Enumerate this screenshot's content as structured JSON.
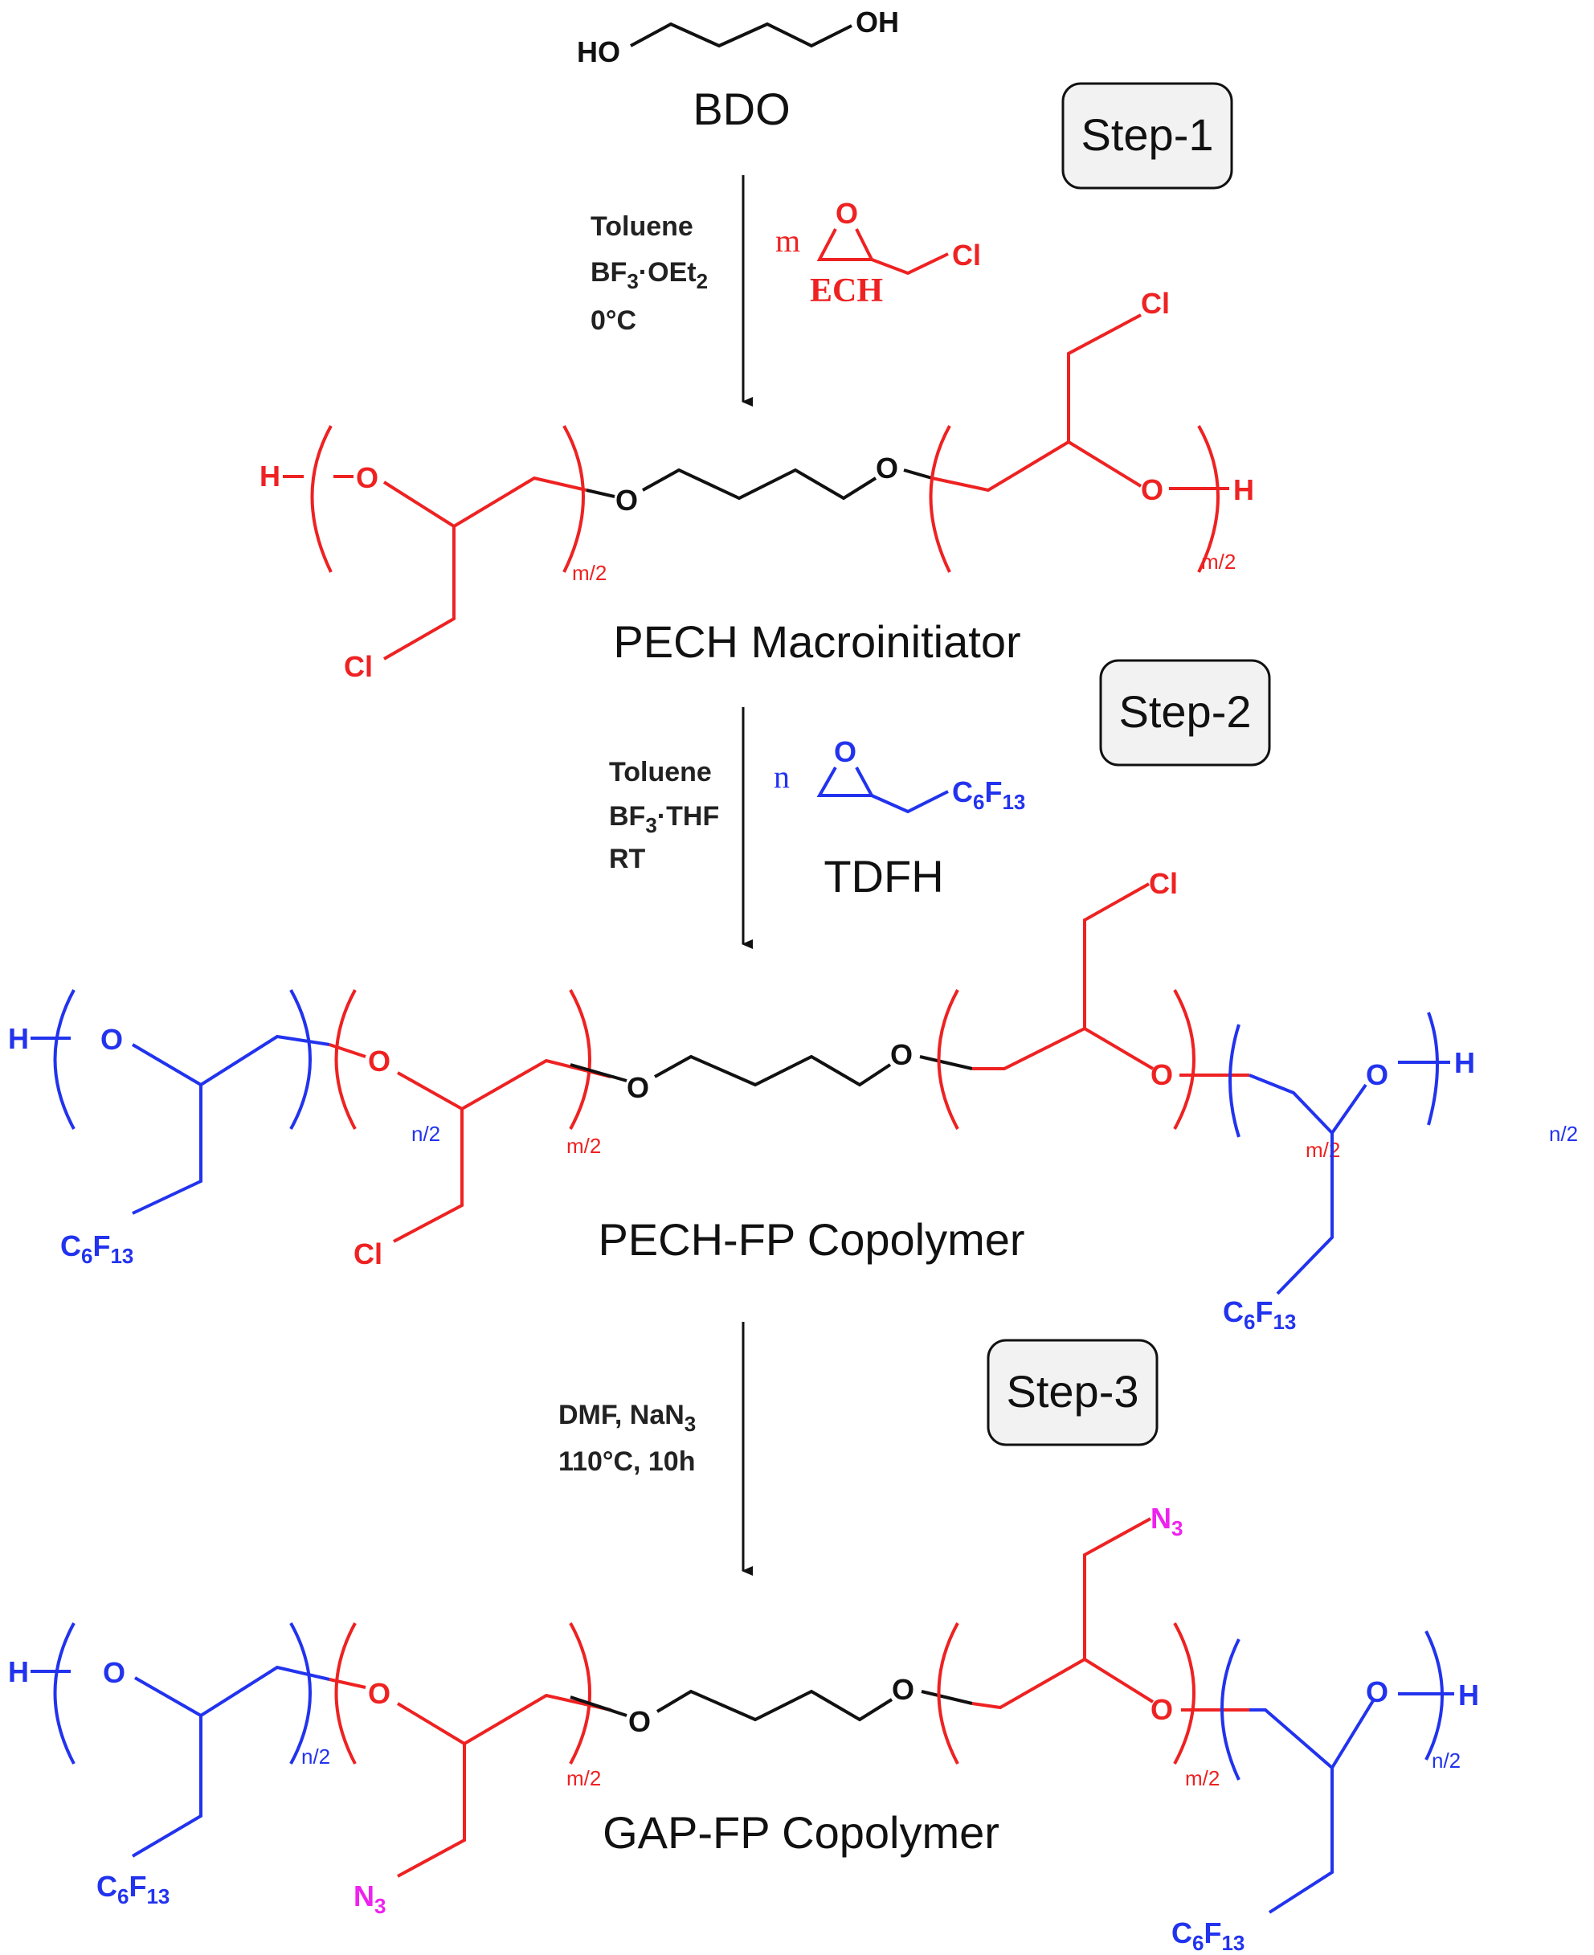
{
  "colors": {
    "ech_red": "#ee2222",
    "fp_blue": "#2233ee",
    "azide_magenta": "#ee22ee",
    "black": "#111111",
    "step_box_fill": "#f2f2f2"
  },
  "bdo": {
    "oh_left": "HO",
    "oh_right": "OH",
    "label": "BDO"
  },
  "steps": {
    "step1": "Step-1",
    "step2": "Step-2",
    "step3": "Step-3"
  },
  "step1_conditions": {
    "solvent": "Toluene",
    "catalyst_main": "BF",
    "catalyst_sub": "3",
    "catalyst_tail": "·OEt",
    "catalyst_tail_sub": "2",
    "temperature": "0°C"
  },
  "ech": {
    "multiplier": "m",
    "oxygen": "O",
    "chlorine": "Cl",
    "label": "ECH"
  },
  "pech": {
    "h_left": "H",
    "o_left": "O",
    "o_mid_left": "O",
    "o_mid_right": "O",
    "o_right": "O",
    "h_right": "H",
    "cl_top": "Cl",
    "cl_bottom": "Cl",
    "index_left": "m/2",
    "index_right": "m/2",
    "label": "PECH Macroinitiator"
  },
  "step2_conditions": {
    "solvent": "Toluene",
    "catalyst_main": "BF",
    "catalyst_sub": "3",
    "catalyst_tail": "·THF",
    "temperature": "RT"
  },
  "tdfh": {
    "multiplier": "n",
    "oxygen": "O",
    "chain_main": "C",
    "chain_sub1": "6",
    "chain_mid": "F",
    "chain_sub2": "13",
    "label": "TDFH"
  },
  "pech_fp": {
    "h_left": "H",
    "o_blue_left": "O",
    "o_red_left": "O",
    "o_mid_left": "O",
    "o_mid_right": "O",
    "o_red_right": "O",
    "o_blue_right": "O",
    "h_right": "H",
    "cl_top": "Cl",
    "cl_bottom": "Cl",
    "index_n_left": "n/2",
    "index_m_left": "m/2",
    "index_m_right": "m/2",
    "index_n_right": "n/2",
    "label": "PECH-FP Copolymer"
  },
  "step3_conditions": {
    "reagents_main": "DMF, NaN",
    "reagents_sub": "3",
    "temperature_time": "110°C, 10h"
  },
  "gap_fp": {
    "h_left": "H",
    "o_blue_left": "O",
    "o_red_left": "O",
    "o_mid_left": "O",
    "o_mid_right": "O",
    "o_red_right": "O",
    "o_blue_right": "O",
    "h_right": "H",
    "azide_main": "N",
    "azide_sub": "3",
    "index_n_left": "n/2",
    "index_m_left": "m/2",
    "index_m_right": "m/2",
    "index_n_right": "n/2",
    "label": "GAP-FP Copolymer"
  },
  "c6f13": {
    "c": "C",
    "sub1": "6",
    "f": "F",
    "sub2": "13"
  }
}
